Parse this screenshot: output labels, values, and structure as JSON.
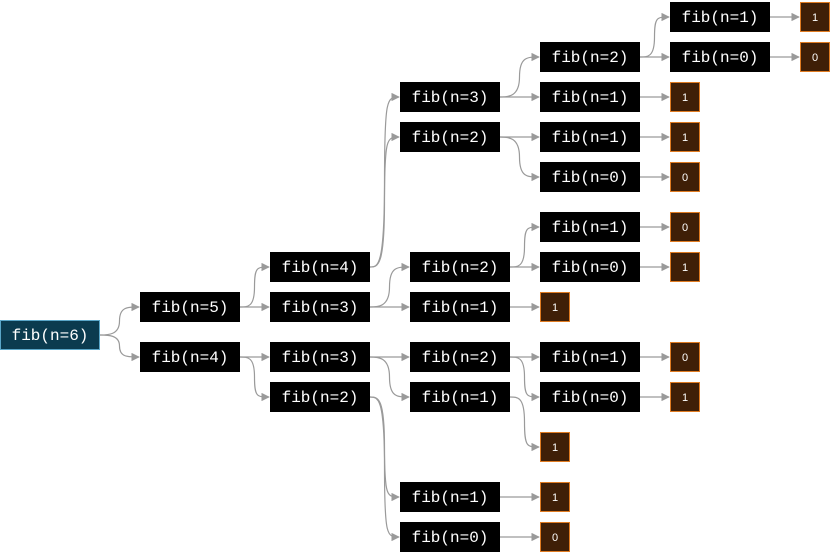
{
  "nodes": [
    {
      "id": "root",
      "label": "fib(n=6)",
      "kind": "root"
    },
    {
      "id": "a",
      "label": "fib(n=5)",
      "kind": "call"
    },
    {
      "id": "b",
      "label": "fib(n=4)",
      "kind": "call"
    },
    {
      "id": "a1",
      "label": "fib(n=4)",
      "kind": "call"
    },
    {
      "id": "a2",
      "label": "fib(n=3)",
      "kind": "call"
    },
    {
      "id": "b1",
      "label": "fib(n=3)",
      "kind": "call"
    },
    {
      "id": "b2",
      "label": "fib(n=2)",
      "kind": "call"
    },
    {
      "id": "a11",
      "label": "fib(n=3)",
      "kind": "call"
    },
    {
      "id": "a12",
      "label": "fib(n=2)",
      "kind": "call"
    },
    {
      "id": "a21",
      "label": "fib(n=2)",
      "kind": "call"
    },
    {
      "id": "a22",
      "label": "fib(n=1)",
      "kind": "call"
    },
    {
      "id": "b11",
      "label": "fib(n=2)",
      "kind": "call"
    },
    {
      "id": "b12",
      "label": "fib(n=1)",
      "kind": "call"
    },
    {
      "id": "b21",
      "label": "fib(n=1)",
      "kind": "call"
    },
    {
      "id": "b22",
      "label": "fib(n=0)",
      "kind": "call"
    },
    {
      "id": "c1",
      "label": "fib(n=2)",
      "kind": "call"
    },
    {
      "id": "c2",
      "label": "fib(n=1)",
      "kind": "call"
    },
    {
      "id": "c3",
      "label": "fib(n=1)",
      "kind": "call"
    },
    {
      "id": "c4",
      "label": "fib(n=0)",
      "kind": "call"
    },
    {
      "id": "c5",
      "label": "fib(n=1)",
      "kind": "call"
    },
    {
      "id": "c6",
      "label": "fib(n=0)",
      "kind": "call"
    },
    {
      "id": "c7",
      "label": "fib(n=1)",
      "kind": "call"
    },
    {
      "id": "c8",
      "label": "fib(n=0)",
      "kind": "call"
    },
    {
      "id": "d1",
      "label": "fib(n=1)",
      "kind": "call"
    },
    {
      "id": "d2",
      "label": "fib(n=0)",
      "kind": "call"
    },
    {
      "id": "L1",
      "label": "1",
      "kind": "leaf"
    },
    {
      "id": "L2",
      "label": "0",
      "kind": "leaf"
    },
    {
      "id": "L3",
      "label": "1",
      "kind": "leaf"
    },
    {
      "id": "L4",
      "label": "1",
      "kind": "leaf"
    },
    {
      "id": "L5",
      "label": "0",
      "kind": "leaf"
    },
    {
      "id": "L6",
      "label": "1",
      "kind": "leaf"
    },
    {
      "id": "L7",
      "label": "0",
      "kind": "leaf"
    },
    {
      "id": "L8",
      "label": "1",
      "kind": "leaf"
    },
    {
      "id": "L9",
      "label": "1",
      "kind": "leaf"
    },
    {
      "id": "L10",
      "label": "0",
      "kind": "leaf"
    },
    {
      "id": "L11",
      "label": "1",
      "kind": "leaf"
    },
    {
      "id": "L12",
      "label": "1",
      "kind": "leaf"
    },
    {
      "id": "L13",
      "label": "0",
      "kind": "leaf"
    }
  ],
  "edges": [
    [
      "root",
      "a"
    ],
    [
      "root",
      "b"
    ],
    [
      "a",
      "a1"
    ],
    [
      "a",
      "a2"
    ],
    [
      "b",
      "b1"
    ],
    [
      "b",
      "b2"
    ],
    [
      "a1",
      "a11"
    ],
    [
      "a1",
      "a12"
    ],
    [
      "a2",
      "a21"
    ],
    [
      "a2",
      "a22"
    ],
    [
      "b1",
      "b11"
    ],
    [
      "b1",
      "b12"
    ],
    [
      "b2",
      "b21"
    ],
    [
      "b2",
      "b22"
    ],
    [
      "a11",
      "c1"
    ],
    [
      "a11",
      "c2"
    ],
    [
      "a12",
      "c3"
    ],
    [
      "a12",
      "c4"
    ],
    [
      "a21",
      "c5"
    ],
    [
      "a21",
      "c6"
    ],
    [
      "a22",
      "L6"
    ],
    [
      "b11",
      "c7"
    ],
    [
      "b11",
      "c8"
    ],
    [
      "b12",
      "L9"
    ],
    [
      "b21",
      "L12"
    ],
    [
      "b22",
      "L13"
    ],
    [
      "c1",
      "d1"
    ],
    [
      "c1",
      "d2"
    ],
    [
      "c2",
      "L3"
    ],
    [
      "c3",
      "L4"
    ],
    [
      "c4",
      "L5"
    ],
    [
      "c5",
      "L7"
    ],
    [
      "c6",
      "L8"
    ],
    [
      "c7",
      "L10"
    ],
    [
      "c8",
      "L11"
    ],
    [
      "d1",
      "L1"
    ],
    [
      "d2",
      "L2"
    ]
  ]
}
